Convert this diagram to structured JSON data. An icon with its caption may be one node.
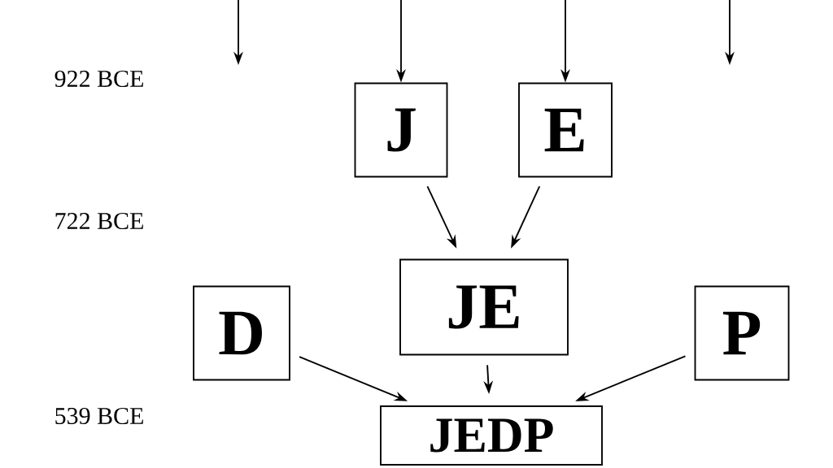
{
  "diagram": {
    "nodes": [
      {
        "text": [
          "J"
        ]
      },
      {
        "text": [
          "E"
        ]
      },
      {
        "text": [
          "D"
        ]
      },
      {
        "text": [
          "JE"
        ]
      },
      {
        "text": [
          "P"
        ]
      },
      {
        "text": [
          "JEDP"
        ]
      }
    ],
    "edges": [
      {
        "from": null,
        "to": 0,
        "arrow": "to"
      },
      {
        "from": null,
        "to": 1,
        "arrow": "to"
      },
      {
        "from": 0,
        "to": 3,
        "arrow": "to"
      },
      {
        "from": 1,
        "to": 3,
        "arrow": "to"
      },
      {
        "from": 3,
        "to": 5,
        "arrow": "to"
      },
      {
        "from": 2,
        "to": 5,
        "arrow": "to"
      },
      {
        "from": 4,
        "to": 5,
        "arrow": "to"
      }
    ],
    "labels": [
      "922 BCE",
      "722 BCE",
      "539 BCE"
    ]
  }
}
